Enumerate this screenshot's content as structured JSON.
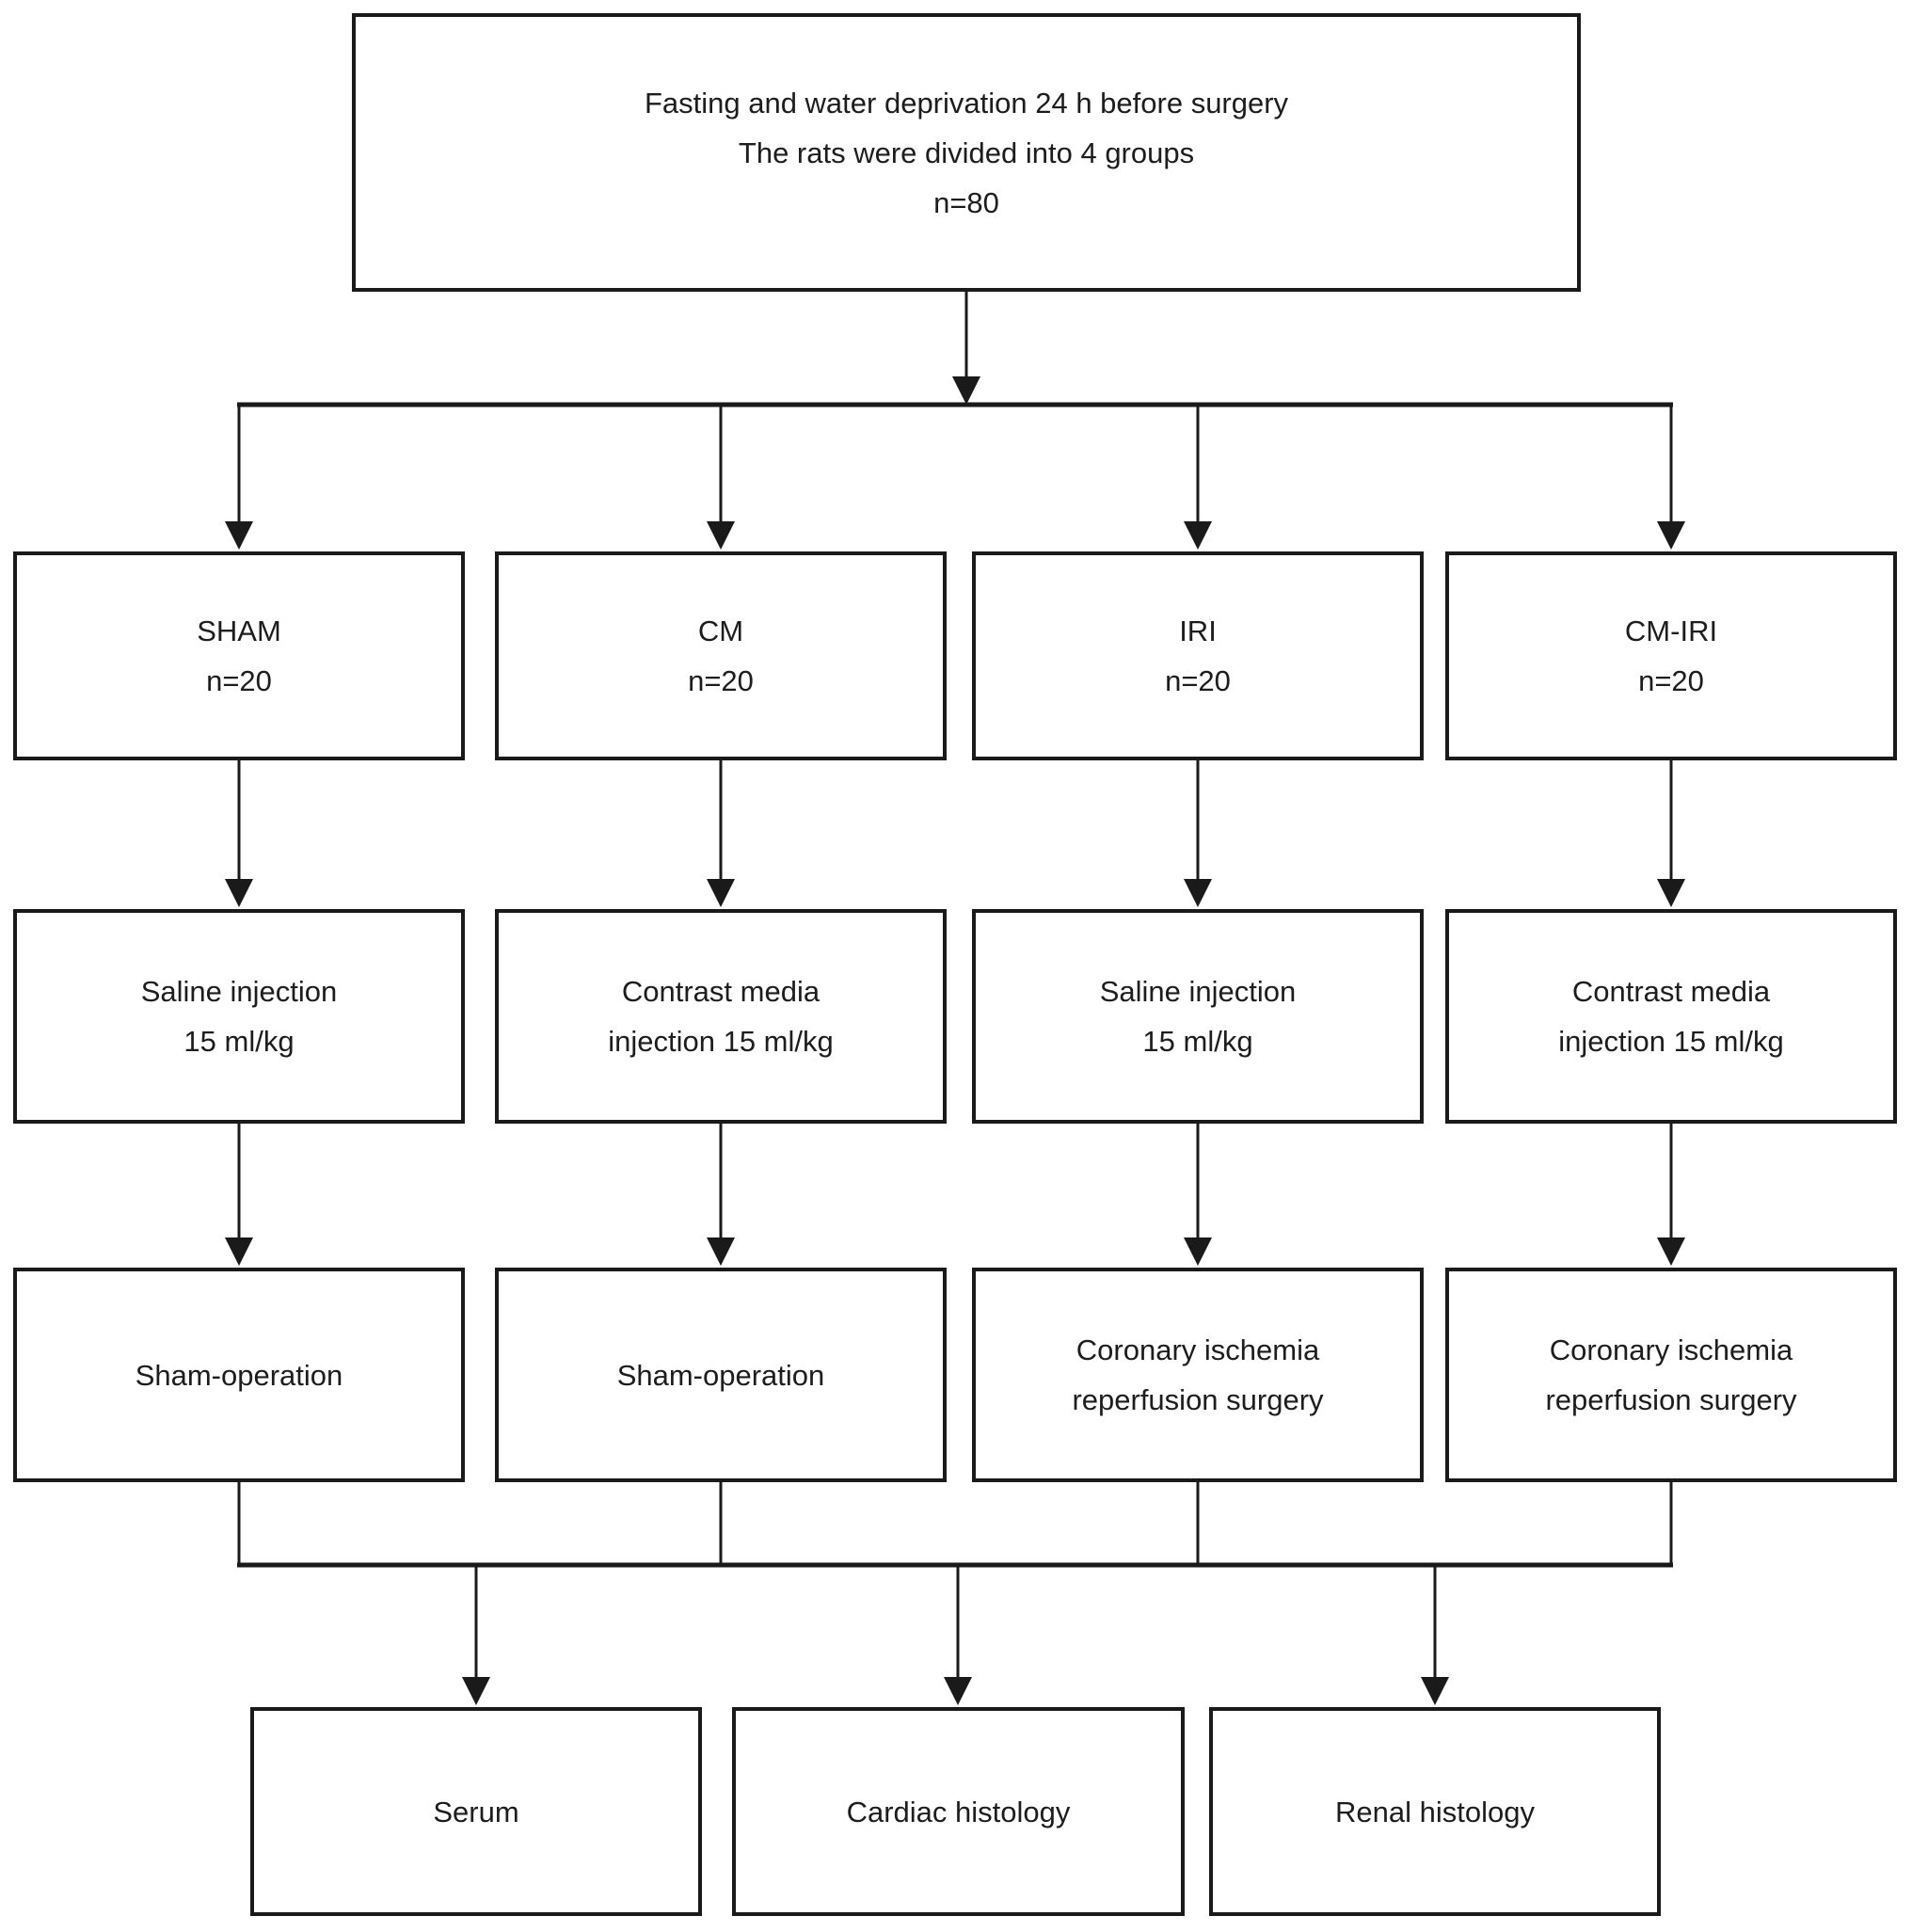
{
  "figure": {
    "background_color": "#ffffff",
    "line_color": "#1a1a1a",
    "top_box": {
      "line1": "Fasting and water deprivation 24 h before surgery",
      "line2": "The rats were divided into 4 groups",
      "line3": "n=80"
    },
    "groups": [
      {
        "label": "SHAM",
        "n": "n=20",
        "treatment": "Saline injection\n15 ml/kg",
        "procedure": "Sham-operation"
      },
      {
        "label": "CM",
        "n": "n=20",
        "treatment": "Contrast media\ninjection 15 ml/kg",
        "procedure": "Sham-operation"
      },
      {
        "label": "IRI",
        "n": "n=20",
        "treatment": "Saline injection\n15 ml/kg",
        "procedure": "Coronary ischemia\nreperfusion surgery"
      },
      {
        "label": "CM-IRI",
        "n": "n=20",
        "treatment": "Contrast media\ninjection 15 ml/kg",
        "procedure": "Coronary ischemia\nreperfusion surgery"
      }
    ],
    "outcomes": [
      {
        "label": "Serum"
      },
      {
        "label": "Cardiac histology"
      },
      {
        "label": "Renal histology"
      }
    ]
  }
}
